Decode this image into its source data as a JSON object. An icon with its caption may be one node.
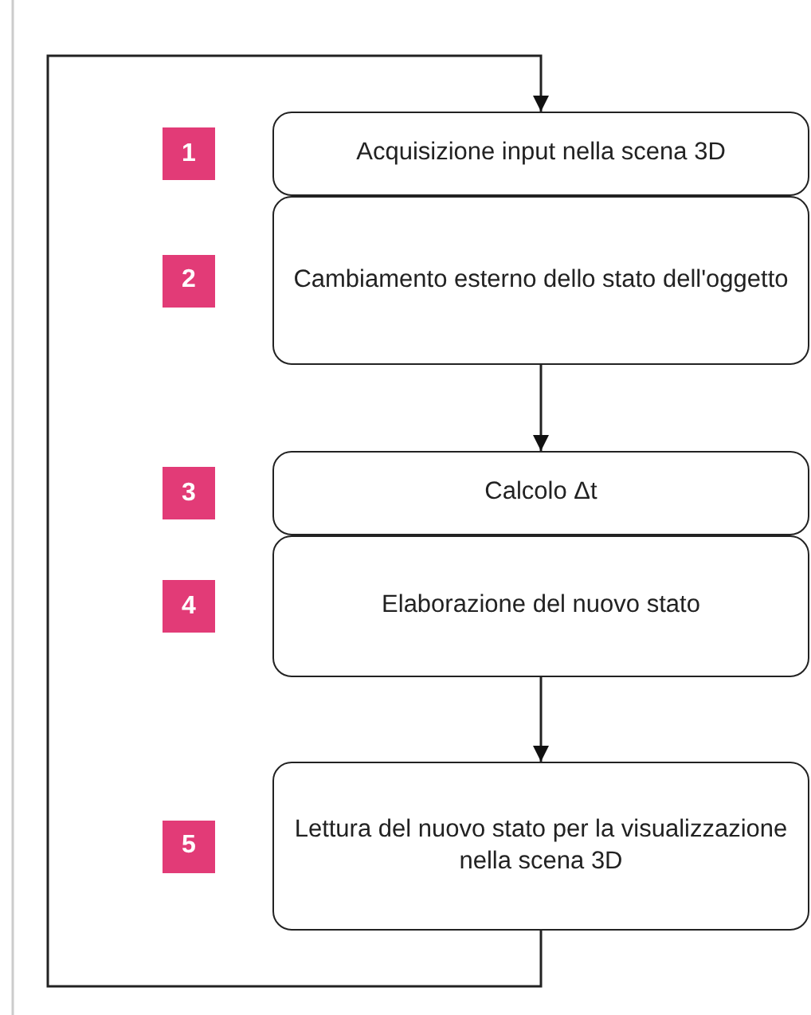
{
  "diagram": {
    "nodes": [
      {
        "text": [
          "Acquisizione input nella scena 3D"
        ],
        "beside": [
          "1"
        ]
      },
      {
        "text": [
          "Cambiamento esterno dello stato dell'oggetto"
        ],
        "beside": [
          "2"
        ]
      },
      {
        "text": [
          "Calcolo Δt"
        ],
        "beside": [
          "3"
        ]
      },
      {
        "text": [
          "Elaborazione del nuovo stato"
        ],
        "beside": [
          "4"
        ]
      },
      {
        "text": [
          "Lettura del nuovo stato per la visualizzazione nella scena 3D"
        ],
        "beside": [
          "5"
        ]
      }
    ],
    "edges": [
      {
        "from": 1,
        "to": 2,
        "arrow": "to"
      },
      {
        "from": 3,
        "to": 4,
        "arrow": "to"
      },
      {
        "from": 4,
        "to": 0,
        "arrow": "to"
      }
    ]
  }
}
